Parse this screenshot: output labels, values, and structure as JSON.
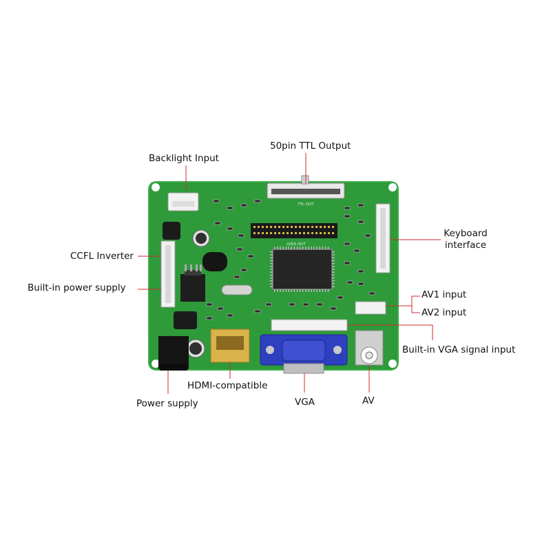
{
  "colors": {
    "pcb": "#2e9a3a",
    "pcb_dark": "#1f7a2c",
    "pcb_edge": "#3cae46",
    "leader": "#d22a2a",
    "chip": "#2a2a2a",
    "connector_white": "#f2f2f2",
    "vga_blue": "#2e3fbf",
    "hdmi_gold": "#d9b24a",
    "metal": "#bfbfbf",
    "text": "#111111"
  },
  "silkscreen": {
    "ttl_out": "TTL OUT",
    "lvds_out": "LVDS OUT"
  },
  "labels": {
    "backlight_input": "Backlight Input",
    "ttl_output": "50pin TTL Output",
    "keyboard_interface_line1": "Keyboard",
    "keyboard_interface_line2": "interface",
    "ccfl_inverter": "CCFL Inverter",
    "builtin_power_supply": "Built-in power supply",
    "av1_input": "AV1 input",
    "av2_input": "AV2 input",
    "builtin_vga_signal_input": "Built-in VGA signal input",
    "hdmi_compatible": "HDMI-compatible",
    "vga": "VGA",
    "av": "AV",
    "power_supply": "Power supply"
  },
  "icons": [
    "pcb-board-image"
  ]
}
